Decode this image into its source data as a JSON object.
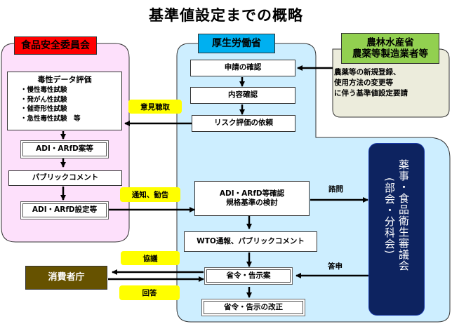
{
  "title": "基準値設定までの概略",
  "fsc": {
    "header": "食品安全委員会",
    "header_color": "#ff0000",
    "region_color": "#fde0fb",
    "toxicity": {
      "heading": "毒性データ評価",
      "items": [
        "・慢性毒性試験",
        "・発がん性試験",
        "・催奇形性試験",
        "・急性毒性試験　等"
      ]
    },
    "adi_draft": "ADI・ARfD案等",
    "public_comment": "パブリックコメント",
    "adi_set": "ADI・ARfD設定等"
  },
  "mhlw": {
    "header": "厚生労働省",
    "header_color": "#00b0f0",
    "region_color": "#cdeeff",
    "steps": {
      "confirm_application": "申請の確認",
      "confirm_content": "内容確認",
      "request_risk": "リスク評価の依頼",
      "adi_check_line1": "ADI・ARfD等確認",
      "adi_check_line2": "規格基準の検討",
      "wto": "WTO通報、パブリックコメント",
      "draft_ordinance": "省令・告示案",
      "revision": "省令・告示の改正"
    }
  },
  "maff": {
    "header_line1": "農林水産省",
    "header_line2": "農薬等製造業者等",
    "header_color": "#92d050",
    "region_color": "#ececdc",
    "request_lines": [
      "農薬等の新規登録、",
      "使用方法の変更等",
      "に伴う基準値設定要請"
    ]
  },
  "council": {
    "line1": "薬事・食品衛生審議会",
    "line2": "(部会・分科会)",
    "color": "#0d2360"
  },
  "caa": {
    "label": "消費者庁",
    "color": "#665200"
  },
  "arrow_labels": {
    "hearing": "意見聴取",
    "notice": "通知、勧告",
    "consult": "諮問",
    "report": "答申",
    "consultation": "協議",
    "reply": "回答"
  },
  "tag_color": "#ffff00"
}
